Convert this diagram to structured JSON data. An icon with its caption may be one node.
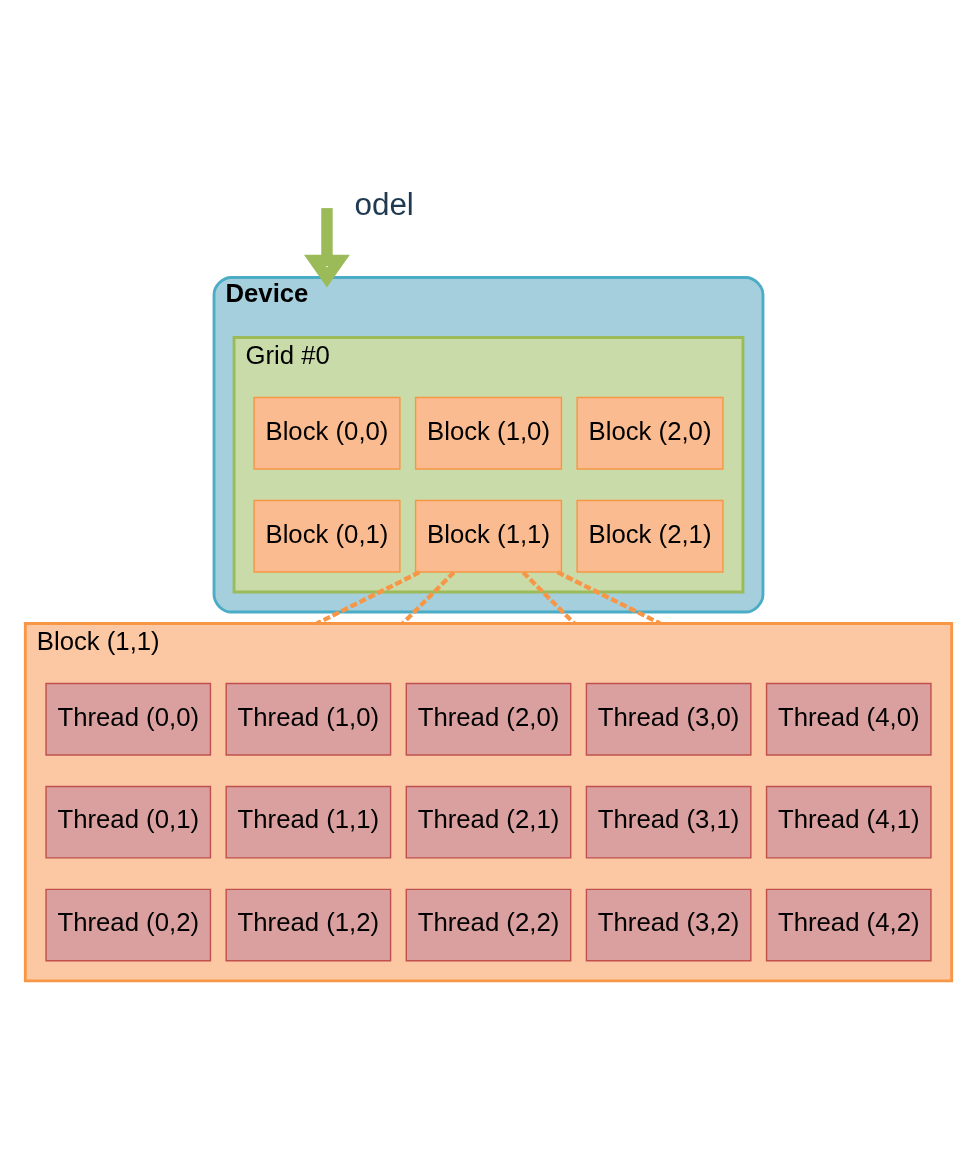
{
  "diagram": {
    "nodes": [
      {
        "text": [
          "Device"
        ]
      },
      {
        "text": [
          "Grid #0"
        ],
        "in": 0
      },
      {
        "text": [
          "Block (0,0)"
        ],
        "in": 1
      },
      {
        "text": [
          "Block (1,0)"
        ],
        "in": 1
      },
      {
        "text": [
          "Block (2,0)"
        ],
        "in": 1
      },
      {
        "text": [
          "Block (0,1)"
        ],
        "in": 1
      },
      {
        "text": [
          "Block (1,1)"
        ],
        "in": 1
      },
      {
        "text": [
          "Block (2,1)"
        ],
        "in": 1
      },
      {
        "text": [
          "Block (1,1)"
        ]
      },
      {
        "text": [
          "Thread (0,0)"
        ],
        "in": 8
      },
      {
        "text": [
          "Thread (1,0)"
        ],
        "in": 8
      },
      {
        "text": [
          "Thread (2,0)"
        ],
        "in": 8
      },
      {
        "text": [
          "Thread (3,0)"
        ],
        "in": 8
      },
      {
        "text": [
          "Thread (4,0)"
        ],
        "in": 8
      },
      {
        "text": [
          "Thread (0,1)"
        ],
        "in": 8
      },
      {
        "text": [
          "Thread (1,1)"
        ],
        "in": 8
      },
      {
        "text": [
          "Thread (2,1)"
        ],
        "in": 8
      },
      {
        "text": [
          "Thread (3,1)"
        ],
        "in": 8
      },
      {
        "text": [
          "Thread (4,1)"
        ],
        "in": 8
      },
      {
        "text": [
          "Thread (0,2)"
        ],
        "in": 8
      },
      {
        "text": [
          "Thread (1,2)"
        ],
        "in": 8
      },
      {
        "text": [
          "Thread (2,2)"
        ],
        "in": 8
      },
      {
        "text": [
          "Thread (3,2)"
        ],
        "in": 8
      },
      {
        "text": [
          "Thread (4,2)"
        ],
        "in": 8
      }
    ],
    "edges": [
      {
        "from": null,
        "to": 0,
        "arrow": "to",
        "style": "thick",
        "color": "#9bbb59"
      },
      {
        "from": 6,
        "to": 8,
        "arrow": "none",
        "style": "dashed"
      },
      {
        "from": 6,
        "to": 8,
        "arrow": "none",
        "style": "dashed"
      },
      {
        "from": 6,
        "to": 8,
        "arrow": "none",
        "style": "dashed"
      },
      {
        "from": 6,
        "to": 8,
        "arrow": "none",
        "style": "dashed"
      }
    ],
    "labels": [
      "odel"
    ]
  }
}
